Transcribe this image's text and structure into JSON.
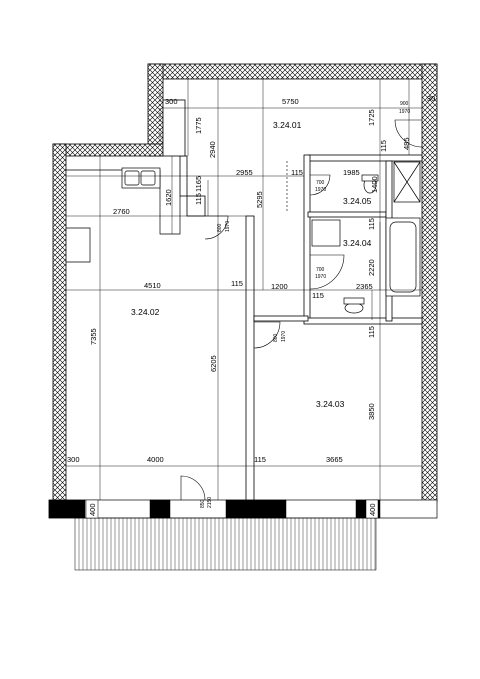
{
  "rooms": {
    "r1": "3.24.01",
    "r2": "3.24.02",
    "r3": "3.24.03",
    "r4": "3.24.04",
    "r5": "3.24.05"
  },
  "dims": {
    "d300a": "300",
    "d5750": "5750",
    "d900": "900",
    "d1970a": "1970",
    "d30": "30",
    "d1775": "1775",
    "d1725": "1725",
    "d2940": "2940",
    "d115a": "115",
    "d485": "485",
    "d2955": "2955",
    "d115b": "115",
    "d1985": "1985",
    "d1165": "1165",
    "d700a": "700",
    "d1970b": "1970",
    "d1400": "1400",
    "d1620": "1620",
    "d2760": "2760",
    "d115c": "115",
    "d5295": "5295",
    "d800a": "800",
    "d1970c": "1970",
    "d115d": "115",
    "d2220": "2220",
    "d700b": "700",
    "d1970d": "1970",
    "d4510": "4510",
    "d115e": "115",
    "d1200": "1200",
    "d2365": "2365",
    "d115f": "115",
    "d7355": "7355",
    "d800b": "800",
    "d1970e": "1970",
    "d115g": "115",
    "d6205": "6205",
    "d3850": "3850",
    "d300b": "300",
    "d4000": "4000",
    "d115h": "115",
    "d3665": "3665",
    "d400a": "400",
    "d850": "850",
    "d2150": "2150",
    "d400b": "400"
  }
}
